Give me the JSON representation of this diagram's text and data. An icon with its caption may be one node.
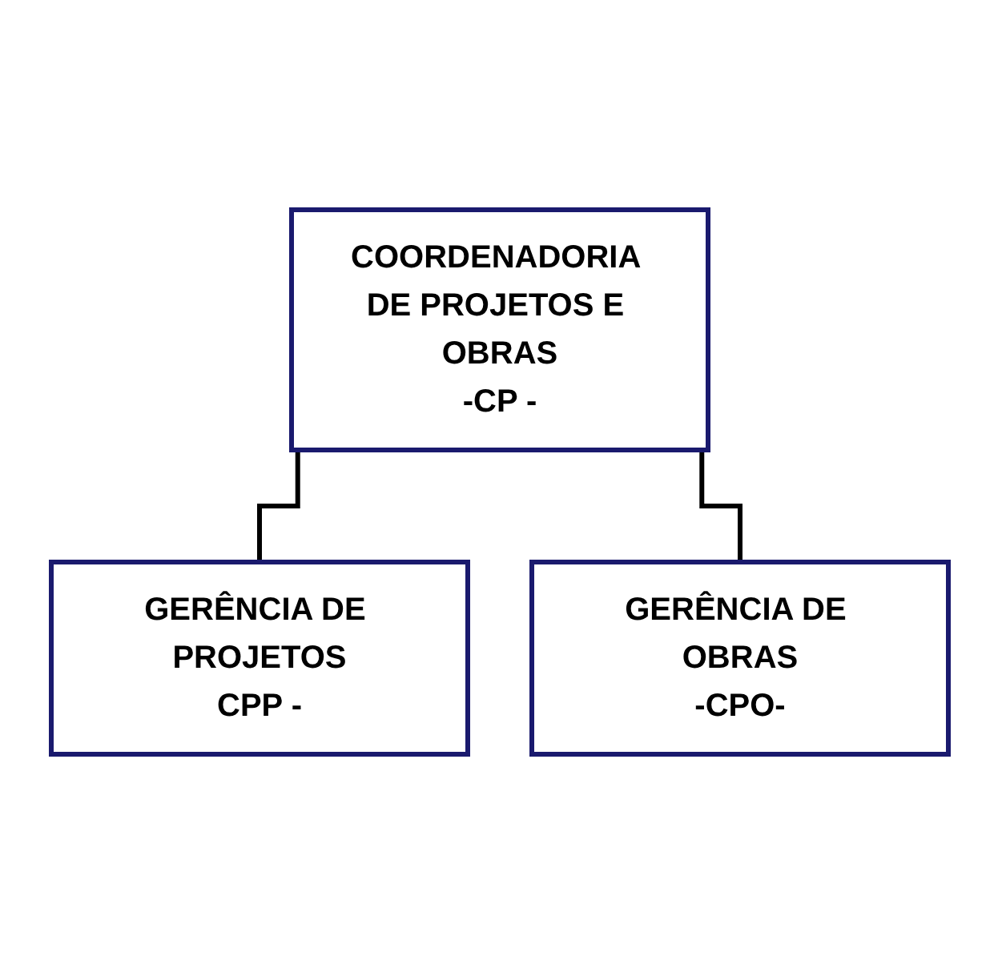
{
  "diagram": {
    "nodes": [
      {
        "text": [
          "COORDENADORIA DE PROJETOS E OBRAS -CP -"
        ]
      },
      {
        "text": [
          "GERÊNCIA DE PROJETOS CPP -"
        ]
      },
      {
        "text": [
          "GERÊNCIA DE OBRAS -CPO-"
        ]
      }
    ],
    "edges": [
      {
        "from": 0,
        "to": 1,
        "arrow": "none"
      },
      {
        "from": 0,
        "to": 2,
        "arrow": "none"
      }
    ]
  }
}
